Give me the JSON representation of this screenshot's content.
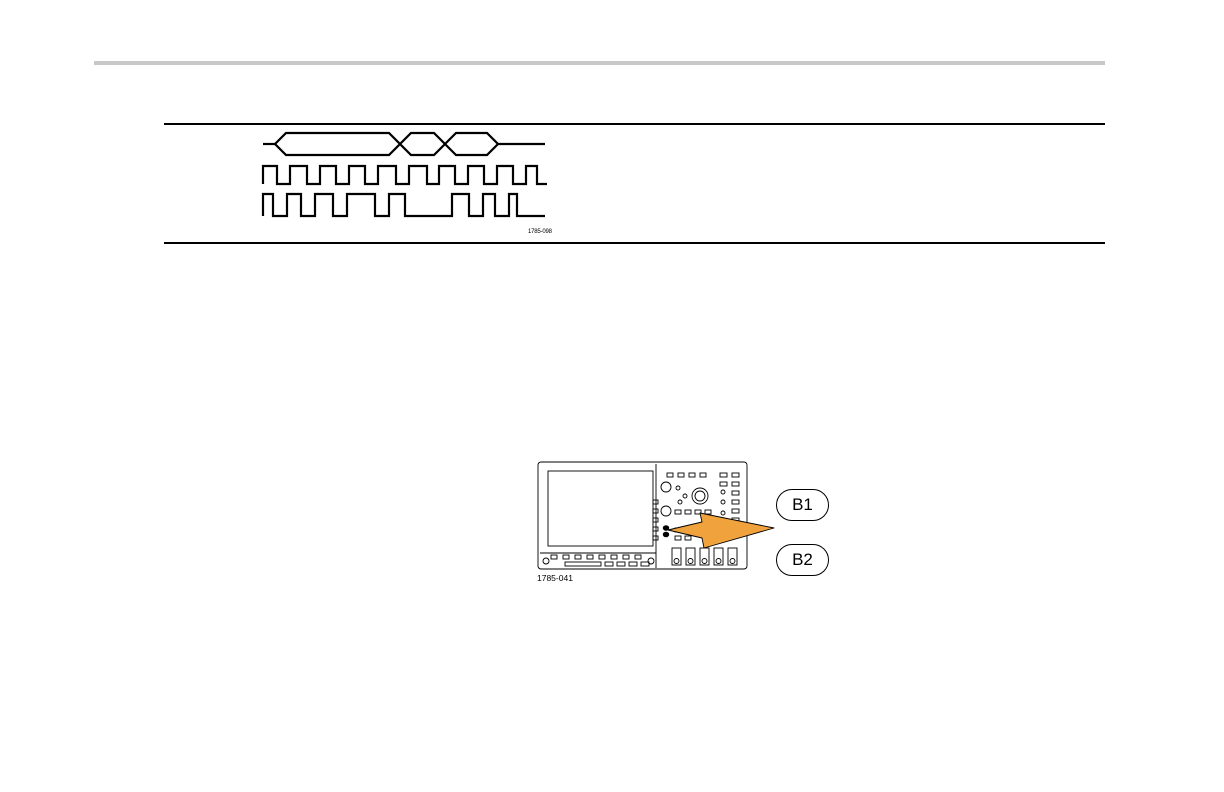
{
  "figures": {
    "timing_diagram": {
      "id": "1785-098"
    },
    "front_panel": {
      "id": "1785-041"
    }
  },
  "callouts": {
    "b1": "B1",
    "b2": "B2"
  },
  "colors": {
    "arrow_fill": "#f0a33c",
    "header_rule": "#c8c8c8"
  }
}
